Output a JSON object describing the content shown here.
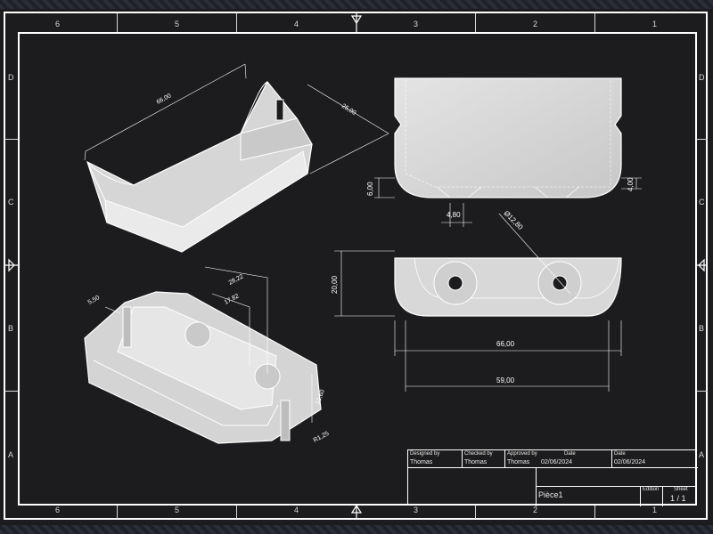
{
  "zones": {
    "columns": [
      "6",
      "5",
      "4",
      "3",
      "2",
      "1"
    ],
    "rows": [
      "D",
      "C",
      "B",
      "A"
    ]
  },
  "dimensions": {
    "iso_top": {
      "length": "66,00",
      "width": "25,00"
    },
    "iso_bottom": {
      "a": "5,50",
      "b": "28,22",
      "c": "17,82",
      "d": "10,60",
      "e": "R1,25"
    },
    "front": {
      "left_h": "6,00",
      "right_h": "4,00",
      "slot_w": "4,80"
    },
    "top_view": {
      "hole_dia": "Ø12,80",
      "height": "20,00",
      "inner_w": "66,00",
      "outer_w": "59,00"
    }
  },
  "title_block": {
    "designed_by_label": "Designed by",
    "designed_by": "Thomas",
    "checked_by_label": "Checked by",
    "checked_by": "Thomas",
    "approved_by_label": "Approved by",
    "approved_by": "Thomas",
    "date_label_1": "Date",
    "date_1": "02/06/2024",
    "date_label_2": "Date",
    "date_2": "02/06/2024",
    "part_name": "Pièce1",
    "edition_label": "Edition",
    "sheet_label": "Sheet",
    "sheet": "1 / 1"
  },
  "colors": {
    "background": "#1c1c1e",
    "part_fill": "#d9d9d9",
    "lines": "#ffffff"
  }
}
